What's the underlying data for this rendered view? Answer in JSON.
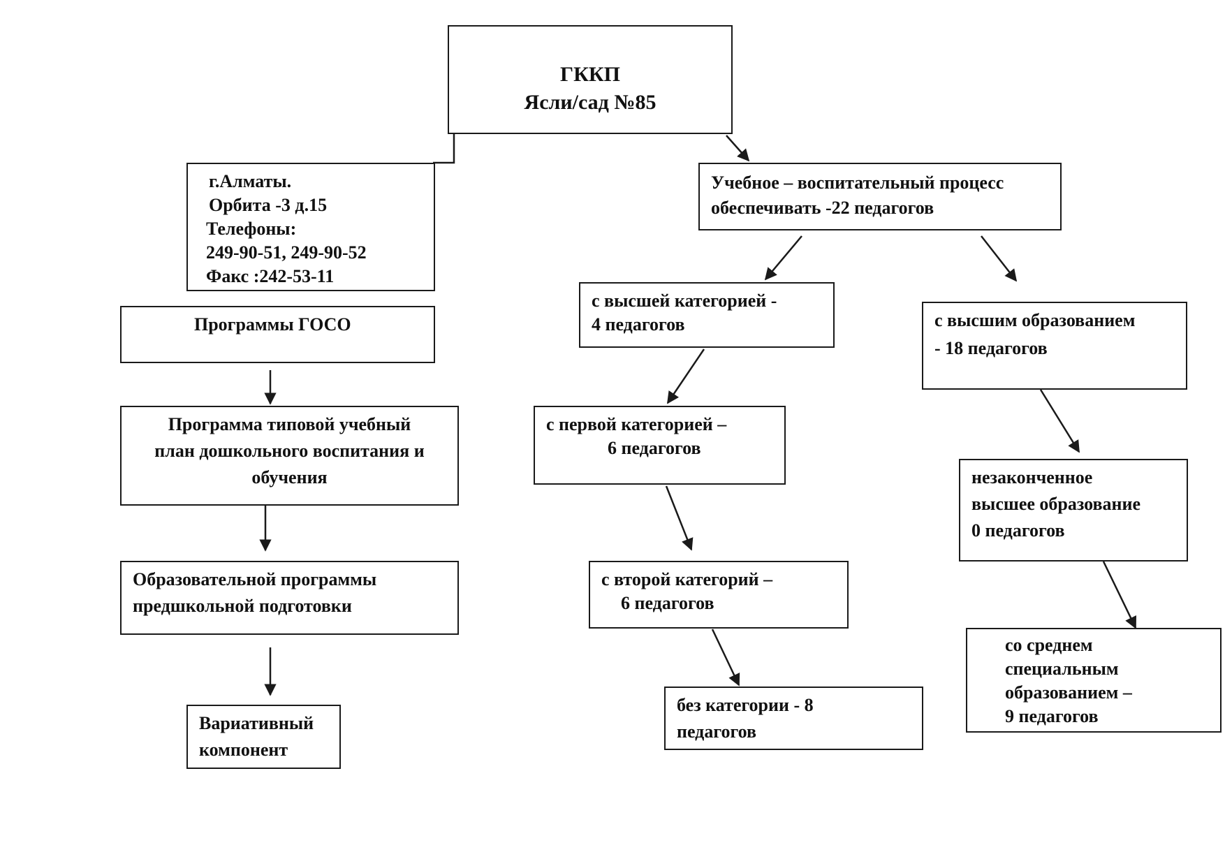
{
  "root": {
    "lines": [
      "ГККП",
      "Ясли/сад №85"
    ]
  },
  "address": {
    "lines": [
      "г.Алматы.",
      "Орбита -3 д.15",
      "Телефоны:",
      "249-90-51, 249-90-52",
      "Факс :242-53-11"
    ]
  },
  "programs": {
    "goso": {
      "lines": [
        "Программы ГОСО"
      ]
    },
    "typical_plan": {
      "lines": [
        "Программа типовой учебный",
        "план дошкольного воспитания и",
        "обучения"
      ]
    },
    "preschool": {
      "lines": [
        "Образовательной программы",
        "предшкольной подготовки"
      ]
    },
    "variative": {
      "lines": [
        "Вариативный",
        "компонент"
      ]
    }
  },
  "process": {
    "lines": [
      "Учебное – воспитательный  процесс",
      "обеспечивать -22 педагогов"
    ]
  },
  "categories": {
    "highest": {
      "lines": [
        "с высшей категорией   -",
        "4 педагогов"
      ]
    },
    "first": {
      "lines": [
        "с первой категорией –",
        "6 педагогов"
      ]
    },
    "second": {
      "lines": [
        "с второй категорий –",
        "6 педагогов"
      ]
    },
    "none": {
      "lines": [
        "без категории   - 8",
        "педагогов"
      ]
    }
  },
  "education": {
    "higher": {
      "lines": [
        "с высшим  образованием",
        "- 18 педагогов"
      ]
    },
    "incomplete_higher": {
      "lines": [
        "незаконченное",
        "высшее образование",
        "0 педагогов"
      ]
    },
    "secondary_special": {
      "lines": [
        "со среднем",
        "специальным",
        "образованием –",
        "9 педагогов"
      ]
    }
  }
}
